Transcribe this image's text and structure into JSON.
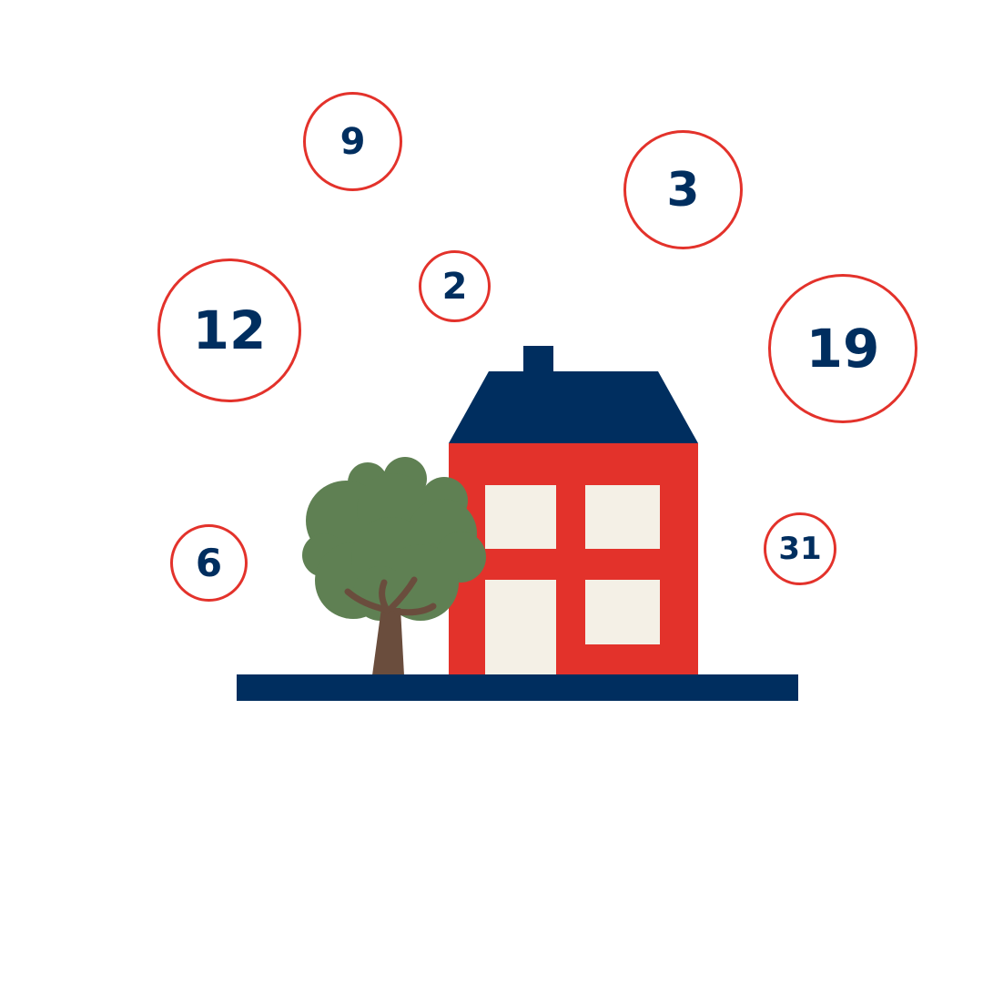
{
  "colors": {
    "navy": "#002e5f",
    "red": "#e3322b",
    "window": "#f4f0e6",
    "tree_green": "#5f8053",
    "trunk_brown": "#6a4d3d",
    "bubble_border": "#e3322b"
  },
  "bubbles": [
    {
      "label": "9"
    },
    {
      "label": "3"
    },
    {
      "label": "2"
    },
    {
      "label": "12"
    },
    {
      "label": "19"
    },
    {
      "label": "6"
    },
    {
      "label": "31"
    }
  ],
  "illustration": {
    "icons": [
      "house-icon",
      "tree-icon",
      "ground-line"
    ]
  }
}
